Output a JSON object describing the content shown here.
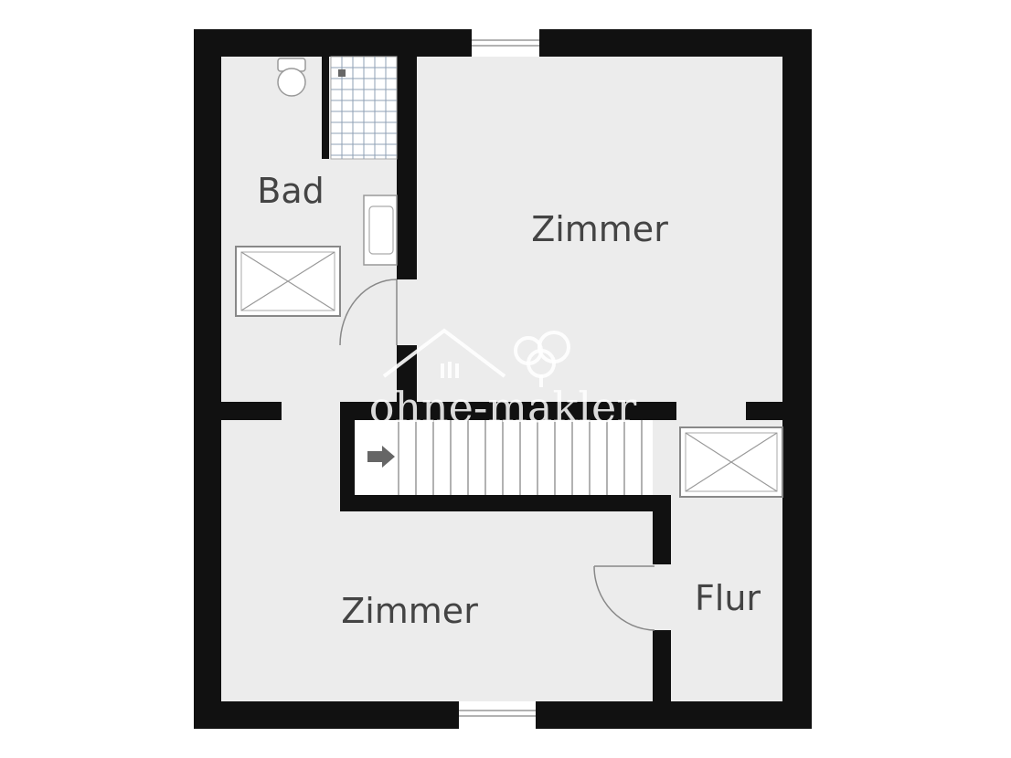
{
  "plan": {
    "rooms": {
      "bad": "Bad",
      "zimmer_top": "Zimmer",
      "zimmer_bottom": "Zimmer",
      "flur": "Flur"
    },
    "watermark": "ohne-makler"
  },
  "colors": {
    "wall": "#111111",
    "floor": "#ececec",
    "label": "#444444",
    "fixture_stroke": "#888888"
  }
}
